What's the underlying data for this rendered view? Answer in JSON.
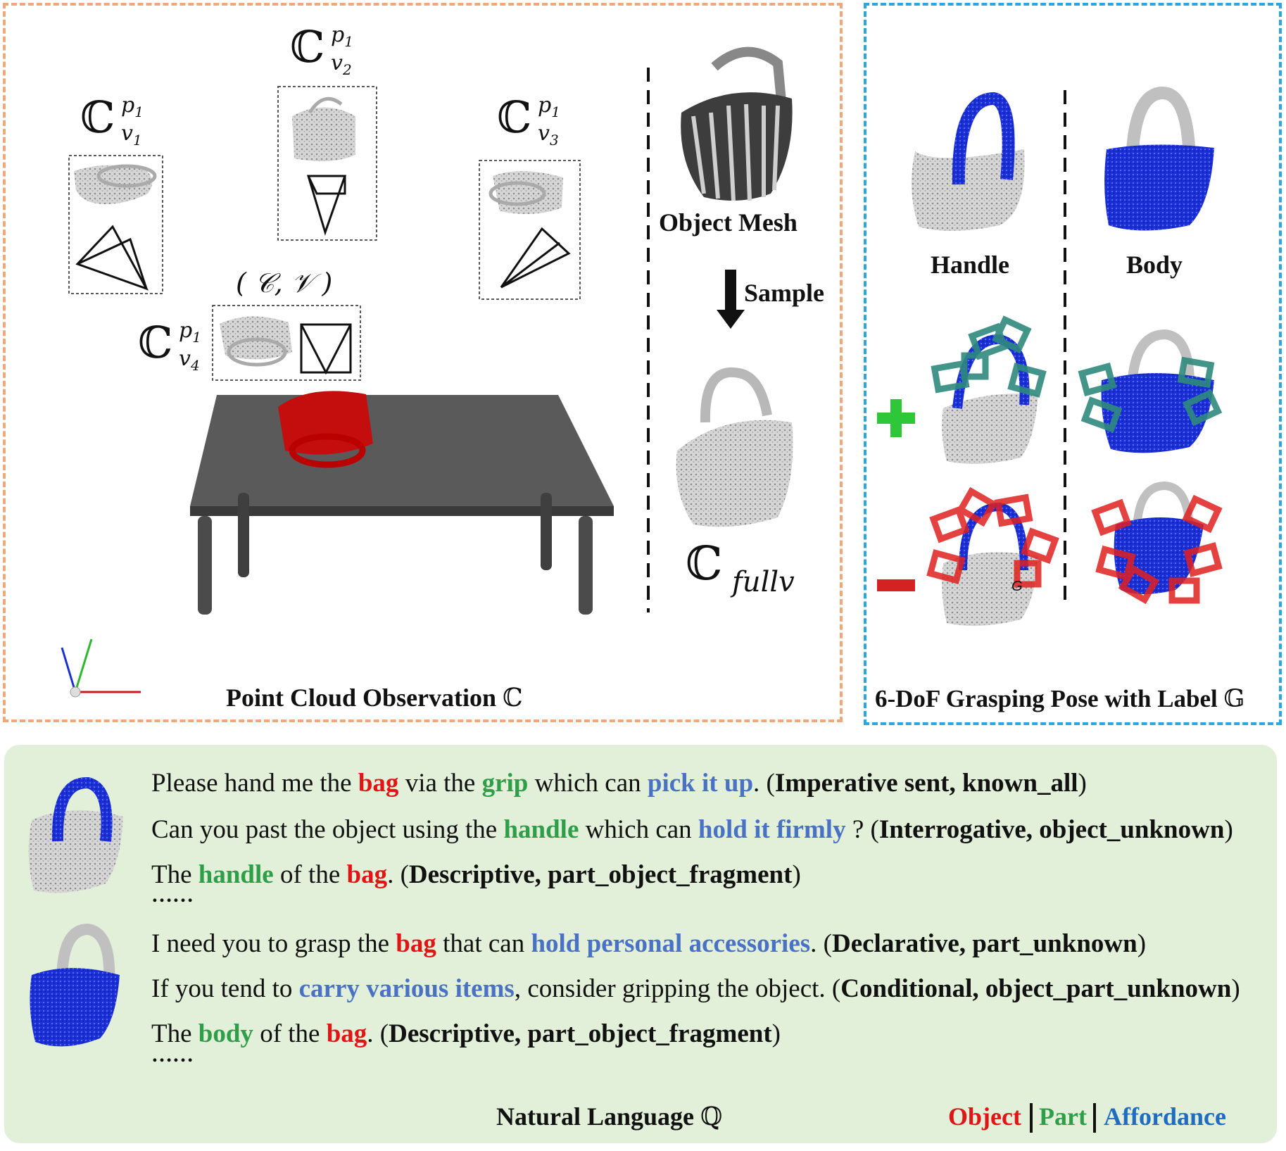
{
  "observation": {
    "caption": "Point Cloud Observation",
    "caption_symbol": "ℂ",
    "view_labels": [
      {
        "base": "ℂ",
        "sup": "p1",
        "sub": "v1"
      },
      {
        "base": "ℂ",
        "sup": "p1",
        "sub": "v2"
      },
      {
        "base": "ℂ",
        "sup": "p1",
        "sub": "v3"
      },
      {
        "base": "ℂ",
        "sup": "p1",
        "sub": "v4"
      }
    ],
    "pair_label": "( 𝒞,  𝒱 )",
    "mesh_label": "Object Mesh",
    "sample_label": "Sample",
    "full_label": {
      "base": "ℂ",
      "sub": "fullv"
    }
  },
  "grasp": {
    "caption": "6-DoF Grasping Pose with Label",
    "caption_symbol": "𝔾",
    "columns": [
      "Handle",
      "Body"
    ],
    "positive_sign": "+",
    "negative_sign": "−",
    "g_mark": "G",
    "colors": {
      "positive": "#2fc73a",
      "negative": "#d42222",
      "part": "#1f2fd0",
      "gripper_pos": "#2f8a7e",
      "gripper_neg": "#e02020"
    }
  },
  "language": {
    "caption": "Natural Language",
    "caption_symbol": "ℚ",
    "group1": [
      [
        "Please hand me the ",
        {
          "t": "bag",
          "c": "object"
        },
        " via the ",
        {
          "t": "grip",
          "c": "part"
        },
        " which can ",
        {
          "t": "pick it up",
          "c": "aff"
        },
        ". (",
        {
          "t": "Imperative sent, known_all",
          "c": "tag"
        },
        ")"
      ],
      [
        "Can you past the object using the ",
        {
          "t": "handle",
          "c": "part"
        },
        " which can ",
        {
          "t": "hold it firmly",
          "c": "aff"
        },
        " ? (",
        {
          "t": "Interrogative, object_unknown",
          "c": "tag"
        },
        ")"
      ],
      [
        "The ",
        {
          "t": "handle",
          "c": "part"
        },
        " of the ",
        {
          "t": "bag",
          "c": "object"
        },
        ". (",
        {
          "t": "Descriptive, part_object_fragment",
          "c": "tag"
        },
        ")"
      ]
    ],
    "group2": [
      [
        "I need you to grasp the ",
        {
          "t": "bag",
          "c": "object"
        },
        " that can ",
        {
          "t": "hold personal accessories",
          "c": "aff"
        },
        ". (",
        {
          "t": "Declarative, part_unknown",
          "c": "tag"
        },
        ")"
      ],
      [
        "If you tend to ",
        {
          "t": "carry various items",
          "c": "aff"
        },
        ", consider gripping the object. (",
        {
          "t": "Conditional, object_part_unknown",
          "c": "tag"
        },
        ")"
      ],
      [
        "The ",
        {
          "t": "body",
          "c": "part"
        },
        " of the ",
        {
          "t": "bag",
          "c": "object"
        },
        ". (",
        {
          "t": "Descriptive, part_object_fragment",
          "c": "tag"
        },
        ")"
      ]
    ],
    "ellipsis": "……",
    "legend": [
      {
        "label": "Object",
        "color": "#e01616"
      },
      {
        "label": "Part",
        "color": "#2e9e48"
      },
      {
        "label": "Affordance",
        "color": "#1f6cc0"
      }
    ]
  }
}
